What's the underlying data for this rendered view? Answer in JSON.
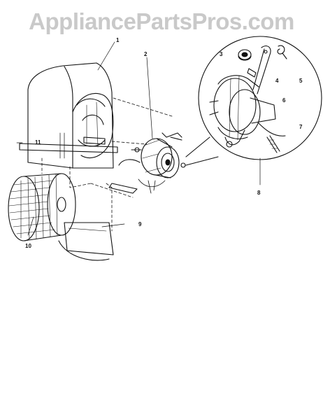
{
  "watermark": "AppliancePartsPros.com",
  "callouts": {
    "c1": "1",
    "c2": "2",
    "c3": "3",
    "c4": "4",
    "c5": "5",
    "c6": "6",
    "c7": "7",
    "c8": "8",
    "c9": "9",
    "c10": "10",
    "c11": "11"
  },
  "colors": {
    "ink": "#111111",
    "watermark": "#c9c9c9",
    "background": "#ffffff"
  }
}
